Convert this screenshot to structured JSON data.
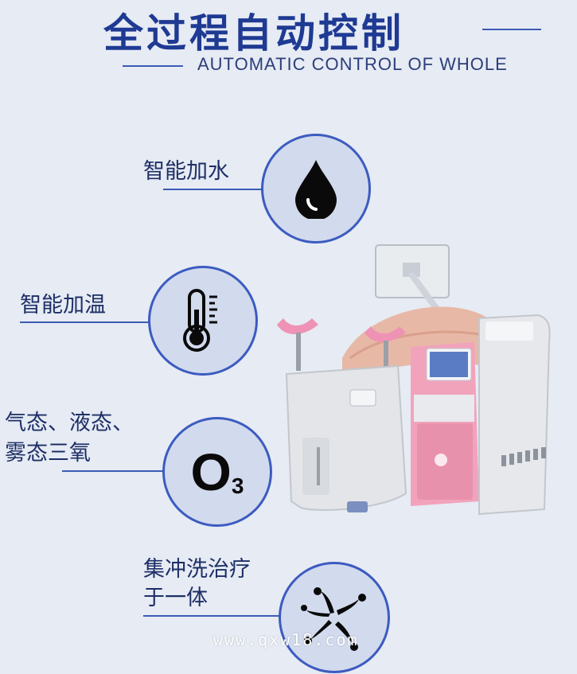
{
  "header": {
    "title": "全过程自动控制",
    "subtitle": "AUTOMATIC CONTROL OF WHOLE"
  },
  "features": [
    {
      "label_line1": "智能加水",
      "label_line2": "",
      "icon": "water-drop-icon"
    },
    {
      "label_line1": "智能加温",
      "label_line2": "",
      "icon": "thermometer-icon"
    },
    {
      "label_line1": "气态、液态、",
      "label_line2": "雾态三氧",
      "icon": "o3-icon",
      "icon_text_main": "O",
      "icon_text_sub": "3"
    },
    {
      "label_line1": "集冲洗治疗",
      "label_line2": "于一体",
      "icon": "swirl-icon"
    }
  ],
  "watermark": "www.qxw18.com",
  "colors": {
    "background": "#e6ebf4",
    "accent": "#3c5bc0",
    "title": "#1f3a93",
    "machine_pink": "#e8a4bb"
  }
}
